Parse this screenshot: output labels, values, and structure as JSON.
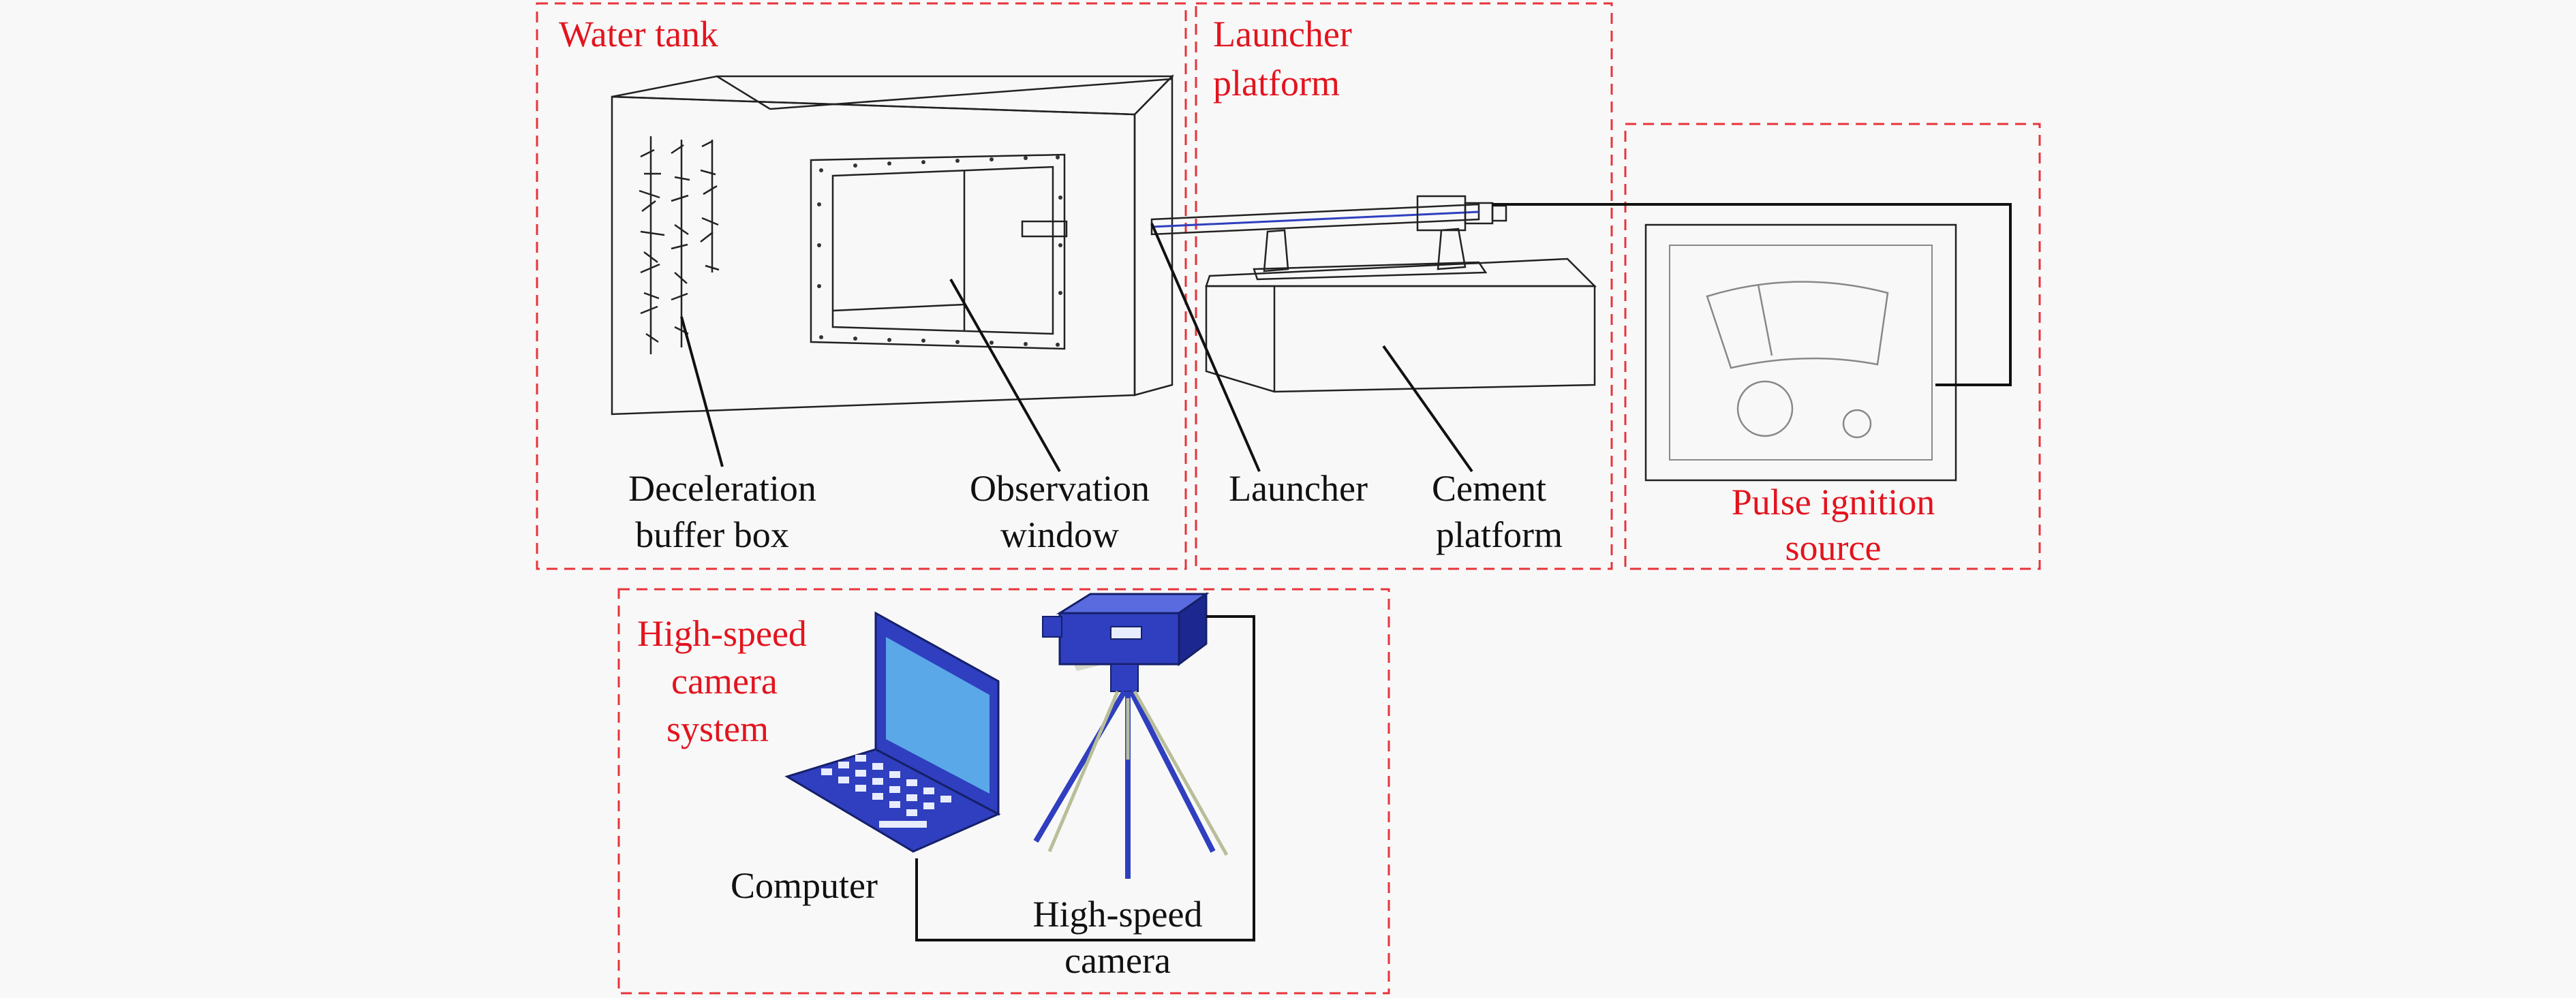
{
  "groups": {
    "water_tank": "Water tank",
    "launcher_platform": [
      "Launcher",
      "platform"
    ],
    "pulse_ignition": [
      "Pulse ignition",
      "source"
    ],
    "camera_system": [
      "High-speed",
      "camera",
      "system"
    ]
  },
  "labels": {
    "deceleration": [
      "Deceleration",
      "buffer box"
    ],
    "observation": [
      "Observation",
      "window"
    ],
    "launcher": "Launcher",
    "cement": [
      "Cement",
      "platform"
    ],
    "computer": "Computer",
    "camera": [
      "High-speed",
      "camera"
    ]
  },
  "colors": {
    "group_label": "#e3141e",
    "group_border": "#e8333a",
    "device_blue": "#2f3fbf"
  }
}
